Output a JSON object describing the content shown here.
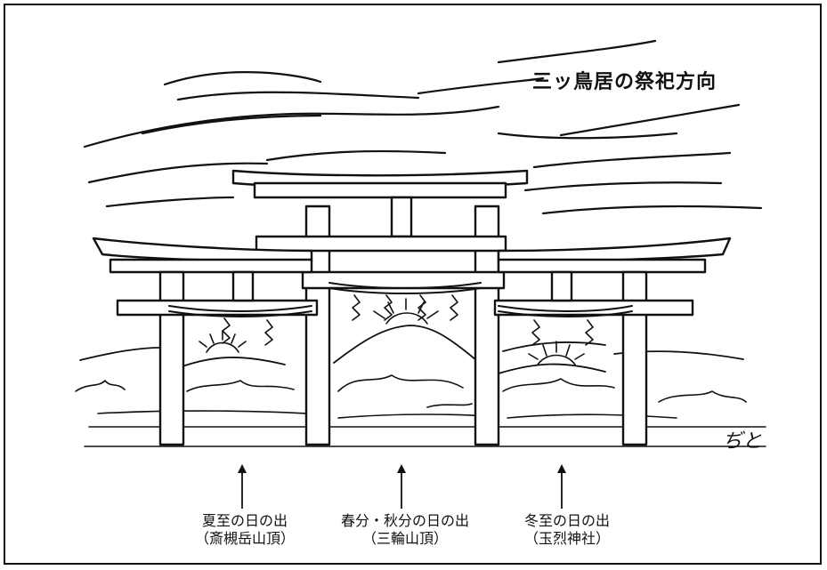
{
  "title": "三ッ鳥居の祭祀方向",
  "signature": "ぢと",
  "labels": [
    {
      "line1": "夏至の日の出",
      "line2": "（斎槻岳山頂）"
    },
    {
      "line1": "春分・秋分の日の出",
      "line2": "（三輪山頂）"
    },
    {
      "line1": "冬至の日の出",
      "line2": "（玉烈神社）"
    }
  ]
}
